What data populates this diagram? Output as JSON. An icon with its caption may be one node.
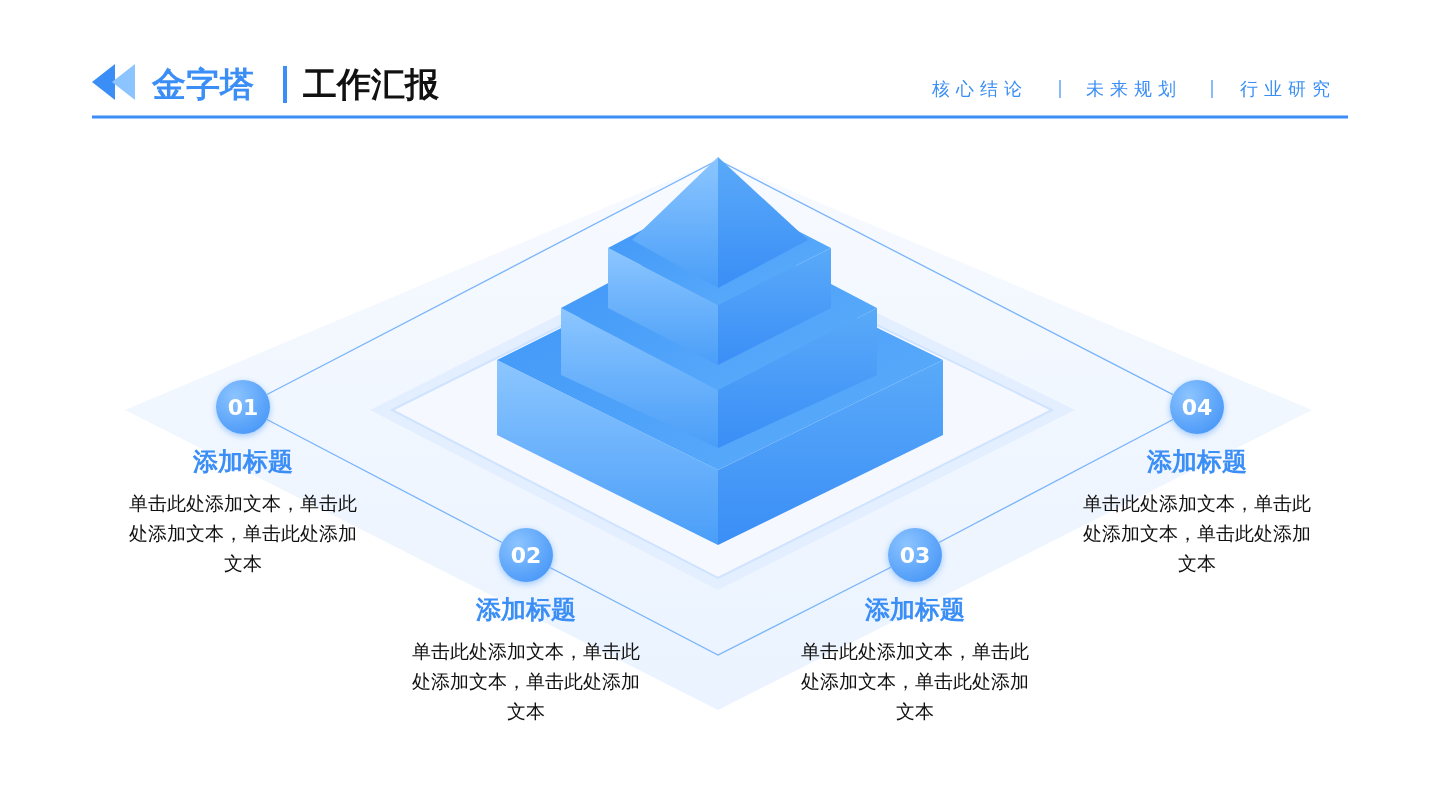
{
  "diagram": {
    "title": "金字塔",
    "nodes": [
      {
        "text": [
          "01"
        ],
        "beside": [
          "添加标题",
          "单击此处添加文本，单击此处添加文本，单击此处添加文本"
        ]
      },
      {
        "text": [
          "02"
        ],
        "beside": [
          "添加标题",
          "单击此处添加文本，单击此处添加文本，单击此处添加文本"
        ]
      },
      {
        "text": [
          "03"
        ],
        "beside": [
          "添加标题",
          "单击此处添加文本，单击此处添加文本，单击此处添加文本"
        ]
      },
      {
        "text": [
          "04"
        ],
        "beside": [
          "添加标题",
          "单击此处添加文本，单击此处添加文本，单击此处添加文本"
        ]
      }
    ],
    "edges": [
      {
        "from": 0,
        "to": 1,
        "arrow": "none"
      },
      {
        "from": 1,
        "to": 2,
        "arrow": "none"
      },
      {
        "from": 2,
        "to": 3,
        "arrow": "none"
      },
      {
        "from": 3,
        "to": 0,
        "arrow": "none"
      }
    ],
    "labels": [
      "工作汇报",
      "核心结论",
      "未来规划",
      "行业研究"
    ]
  }
}
